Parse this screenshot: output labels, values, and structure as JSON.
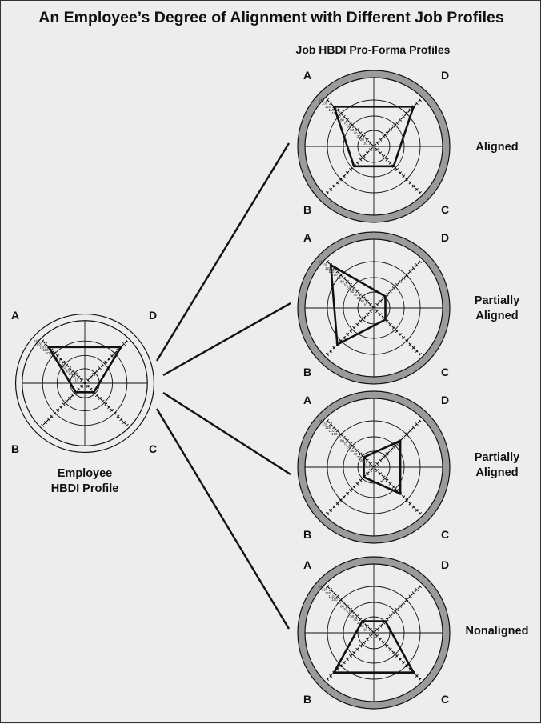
{
  "title": "An Employee’s Degree of Alignment with Different Job Profiles",
  "subtitle": "Job HBDI Pro-Forma Profiles",
  "employee": {
    "caption_line1": "Employee",
    "caption_line2": "HBDI Profile",
    "quadrants": {
      "a": "A",
      "b": "B",
      "c": "C",
      "d": "D"
    },
    "scores": {
      "A": 120,
      "B": 30,
      "C": 30,
      "D": 120
    }
  },
  "jobs": [
    {
      "status_line1": "Aligned",
      "status_line2": "",
      "quadrants": {
        "a": "A",
        "b": "B",
        "c": "C",
        "d": "D"
      },
      "scores": {
        "A": 120,
        "B": 60,
        "C": 60,
        "D": 120
      }
    },
    {
      "status_line1": "Partially",
      "status_line2": "Aligned",
      "quadrants": {
        "a": "A",
        "b": "B",
        "c": "C",
        "d": "D"
      },
      "scores": {
        "A": 130,
        "B": 110,
        "C": 35,
        "D": 35
      }
    },
    {
      "status_line1": "Partially",
      "status_line2": "Aligned",
      "quadrants": {
        "a": "A",
        "b": "B",
        "c": "C",
        "d": "D"
      },
      "scores": {
        "A": 30,
        "B": 30,
        "C": 80,
        "D": 80
      }
    },
    {
      "status_line1": "Nonaligned",
      "status_line2": "",
      "quadrants": {
        "a": "A",
        "b": "B",
        "c": "C",
        "d": "D"
      },
      "scores": {
        "A": 35,
        "B": 120,
        "C": 120,
        "D": 35
      }
    }
  ],
  "scale_tick_labels": [
    "10",
    "20",
    "30",
    "40",
    "50",
    "60",
    "70",
    "80",
    "90",
    "100",
    "110",
    "120",
    "130",
    "140"
  ],
  "scale_max": 140,
  "colors": {
    "rim": "#9b9b9b",
    "background": "#ededed",
    "ink": "#111111"
  }
}
